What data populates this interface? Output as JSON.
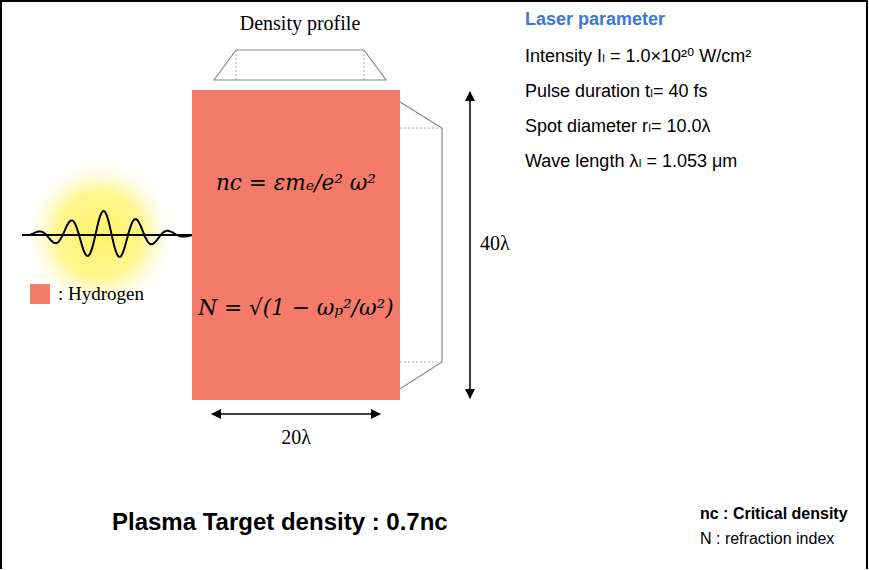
{
  "diagram": {
    "nodes": [
      {
        "text": [
          "nc = εmₑ/e² ω²",
          "N = √(1 − ωₚ²/ω²)"
        ]
      }
    ],
    "labels": [
      "Density profile",
      "40λ",
      "20λ",
      "Laser parameter",
      "Intensity Iₗ = 1.0×10²⁰ W/cm²",
      "Pulse duration tₗ= 40 fs",
      "Spot diameter rₗ= 10.0λ",
      "Wave length λₗ = 1.053 μm",
      "Plasma Target density : 0.7nc",
      "nc :  Critical density",
      "N : refraction index"
    ],
    "legend": [
      {
        "text": ": Hydrogen",
        "color": "#f47a6a"
      }
    ]
  }
}
